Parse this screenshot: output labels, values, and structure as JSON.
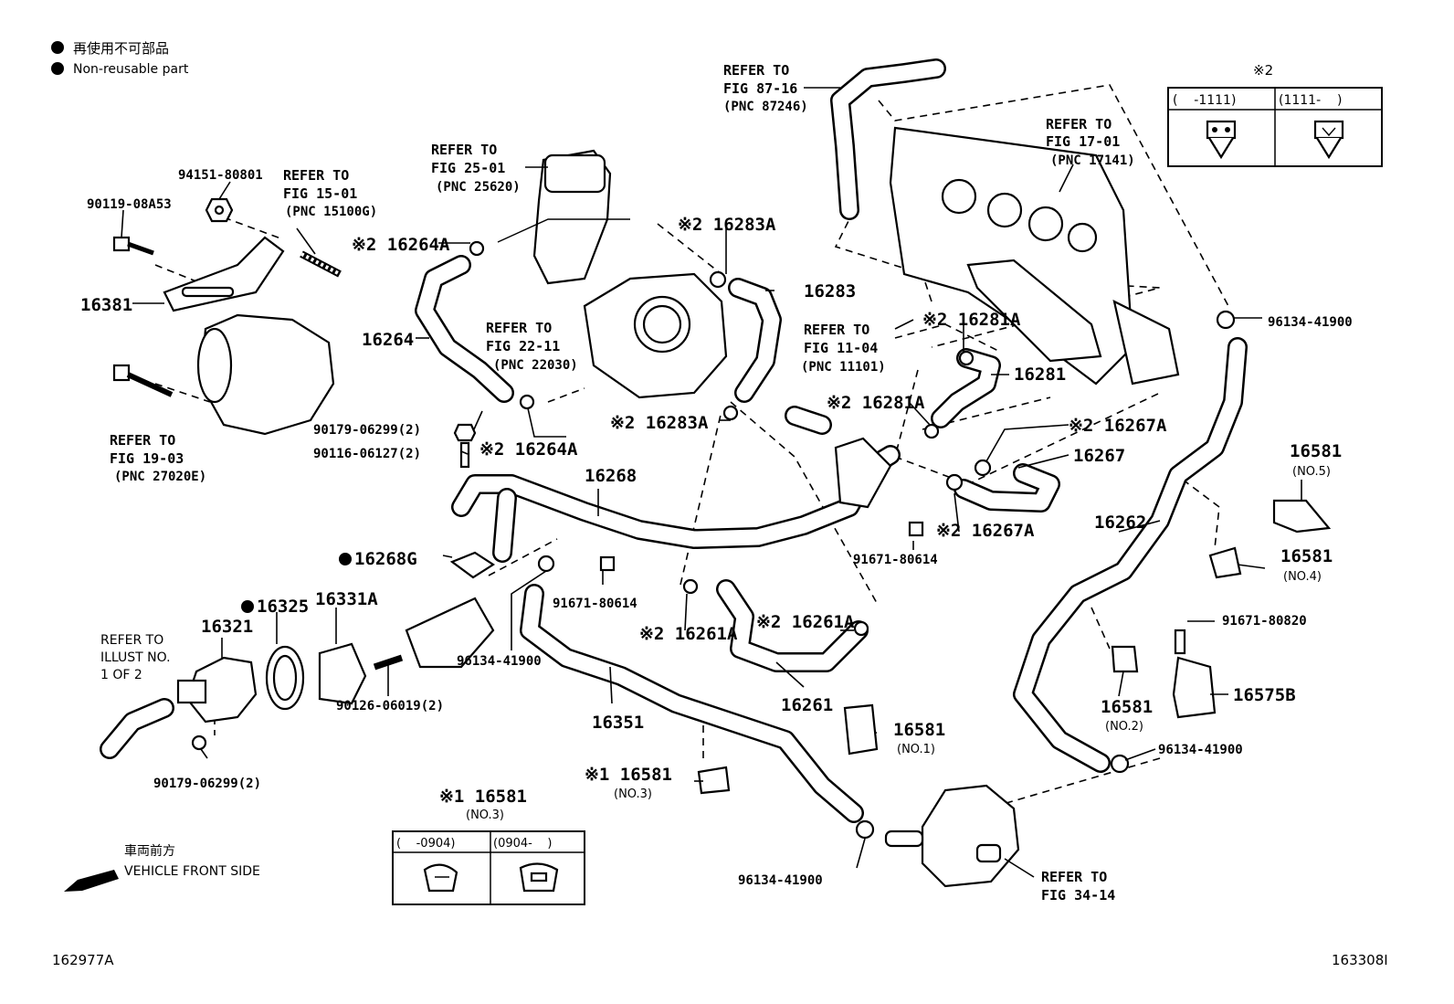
{
  "legend": {
    "jp": "再使用不可部品",
    "en": "Non-reusable part"
  },
  "direction": {
    "jp": "車両前方",
    "en": "VEHICLE FRONT SIDE"
  },
  "figure_codes": {
    "left": "162977A",
    "right": "163308I"
  },
  "table_note2": {
    "mark": "※2",
    "col1": "(    -1111)",
    "col2": "(1111-    )"
  },
  "table_note1": {
    "title": "※1 16581",
    "sub": "(NO.3)",
    "col1": "(    -0904)",
    "col2": "(0904-    )"
  },
  "refs": {
    "fig8716": [
      "REFER TO",
      "FIG 87-16",
      "(PNC 87246)"
    ],
    "fig1701": [
      "REFER TO",
      "FIG 17-01",
      "(PNC 17141)"
    ],
    "fig2501": [
      "REFER TO",
      "FIG 25-01",
      "(PNC 25620)"
    ],
    "fig1501": [
      "REFER TO",
      "FIG 15-01",
      "(PNC 15100G)"
    ],
    "fig2211": [
      "REFER TO",
      "FIG 22-11",
      "(PNC 22030)"
    ],
    "fig1104": [
      "REFER TO",
      "FIG 11-04",
      "(PNC 11101)"
    ],
    "fig1903": [
      "REFER TO",
      "FIG 19-03",
      "(PNC 27020E)"
    ],
    "illust": [
      "REFER TO",
      "ILLUST NO.",
      "1 OF 2"
    ],
    "fig3414": [
      "REFER TO",
      "FIG 34-14"
    ]
  },
  "labels": {
    "p94151": "94151-80801",
    "p90119": "90119-08A53",
    "p16381": "16381",
    "p16264A_top": "※2 16264A",
    "p16264": "16264",
    "p16264A_bot": "※2 16264A",
    "p16283A_top": "※2 16283A",
    "p16283": "16283",
    "p16283A_bot": "※2 16283A",
    "p16281A_top": "※2 16281A",
    "p16281": "16281",
    "p16281A_bot": "※2 16281A",
    "p16267A_top": "※2 16267A",
    "p16267": "16267",
    "p16267A_bot": "※2 16267A",
    "p96134_a": "96134-41900",
    "p90179_a": "90179-06299(2)",
    "p90116": "90116-06127(2)",
    "p16268": "16268",
    "p16268G": "16268G",
    "p16325": "16325",
    "p16331A": "16331A",
    "p16321": "16321",
    "p91671_a": "91671-80614",
    "p91671_b": "91671-80614",
    "p96134_b": "96134-41900",
    "p90126": "90126-06019(2)",
    "p16261A_a": "※2 16261A",
    "p16261A_b": "※2 16261A",
    "p16261": "16261",
    "p16351": "16351",
    "p90179_b": "90179-06299(2)",
    "p16581_no1": "16581",
    "p16581_no1_sub": "(NO.1)",
    "p16581_no3": "※1 16581",
    "p16581_no3_sub": "(NO.3)",
    "p16262": "16262",
    "p16581_no5": "16581",
    "p16581_no5_sub": "(NO.5)",
    "p16581_no4": "16581",
    "p16581_no4_sub": "(NO.4)",
    "p91671_c": "91671-80820",
    "p16581_no2": "16581",
    "p16581_no2_sub": "(NO.2)",
    "p16575B": "16575B",
    "p96134_c": "96134-41900",
    "p96134_d": "96134-41900"
  }
}
